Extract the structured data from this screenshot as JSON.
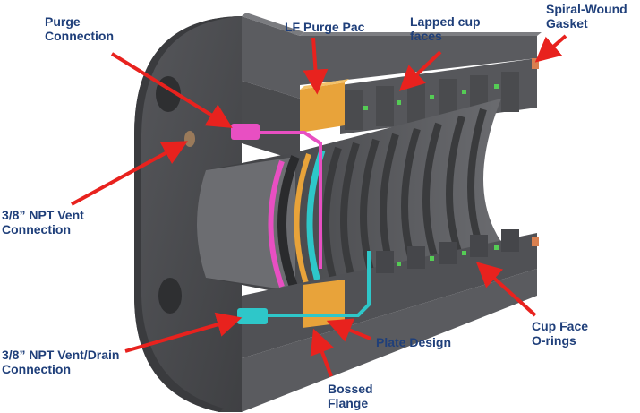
{
  "colors": {
    "label_text": "#1f3f7a",
    "arrow": "#e8221e",
    "steel_dark": "#4a4b4e",
    "steel_mid": "#646569",
    "steel_light": "#8a8b8f",
    "purge_pac": "#e8a33a",
    "magenta_ring": "#e84fc2",
    "cyan_ring": "#2ec7c9",
    "oring_green": "#55cc55",
    "gasket": "#d98050"
  },
  "labels": {
    "purge_connection": [
      "Purge",
      "Connection"
    ],
    "lf_purge_pac": [
      "LF Purge Pac"
    ],
    "lapped_cup_faces": [
      "Lapped cup",
      "faces"
    ],
    "spiral_wound_gasket": [
      "Spiral-Wound",
      "Gasket"
    ],
    "npt_vent": [
      "3/8” NPT Vent",
      "Connection"
    ],
    "npt_vent_drain": [
      "3/8” NPT Vent/Drain",
      "Connection"
    ],
    "plate_design": [
      "Plate Design"
    ],
    "bossed_flange": [
      "Bossed",
      "Flange"
    ],
    "cup_face_orings": [
      "Cup Face",
      "O-rings"
    ]
  },
  "icons": [
    "arrow-icon"
  ]
}
